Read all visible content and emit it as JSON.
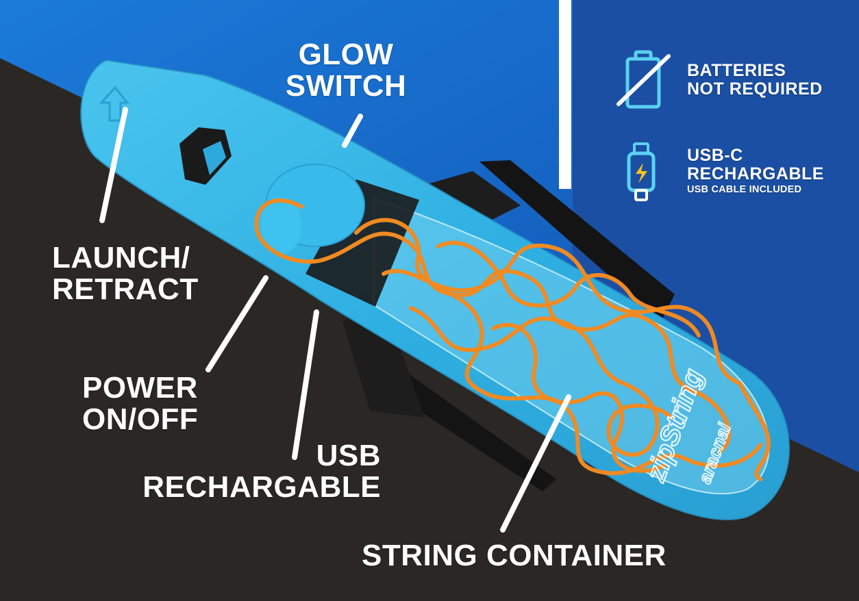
{
  "colors": {
    "background_dark": "#2b2724",
    "background_blue": "#1665c4",
    "panel_blue": "#1b4fa3",
    "device_blue": "#33b6e6",
    "string_orange": "#f08a23",
    "strap_black": "#141414",
    "text_white": "#ffffff",
    "icon_cyan": "#5ad2f2",
    "bolt_yellow": "#f6c21b"
  },
  "callouts": {
    "glow_switch": [
      "GLOW",
      "SWITCH"
    ],
    "launch_retract": [
      "LAUNCH/",
      "RETRACT"
    ],
    "power": [
      "POWER",
      "ON/OFF"
    ],
    "usb": [
      "USB",
      "RECHARGABLE"
    ],
    "string_container": "STRING CONTAINER"
  },
  "features": [
    {
      "icon": "crossed-battery-icon",
      "title_lines": [
        "BATTERIES",
        "NOT REQUIRED"
      ],
      "subtitle": ""
    },
    {
      "icon": "usb-c-charging-icon",
      "title_lines": [
        "USB-C",
        "RECHARGABLE"
      ],
      "subtitle": "USB CABLE INCLUDED"
    }
  ],
  "product": {
    "brand_marks": [
      "zipString",
      "aracnai"
    ]
  }
}
